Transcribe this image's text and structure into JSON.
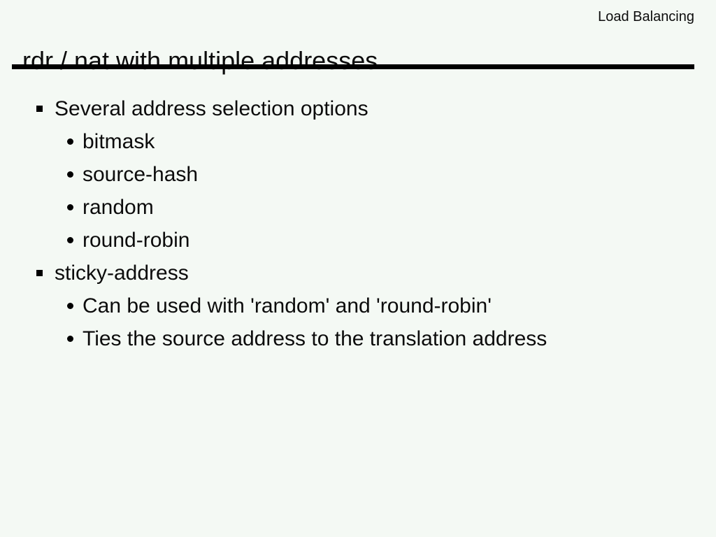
{
  "slide": {
    "corner_label": "Load Balancing",
    "title": "rdr / nat with multiple addresses",
    "colors": {
      "background": "#f4f9f4",
      "text": "#0c0c0c",
      "rule": "#000000"
    },
    "bullets": [
      {
        "level": 1,
        "text": "Several address selection options"
      },
      {
        "level": 2,
        "text": "bitmask"
      },
      {
        "level": 2,
        "text": "source-hash"
      },
      {
        "level": 2,
        "text": "random"
      },
      {
        "level": 2,
        "text": "round-robin"
      },
      {
        "level": 1,
        "text": "sticky-address"
      },
      {
        "level": 2,
        "text": "Can be used with 'random' and 'round-robin'"
      },
      {
        "level": 2,
        "text": "Ties the source address to the translation address"
      }
    ]
  }
}
